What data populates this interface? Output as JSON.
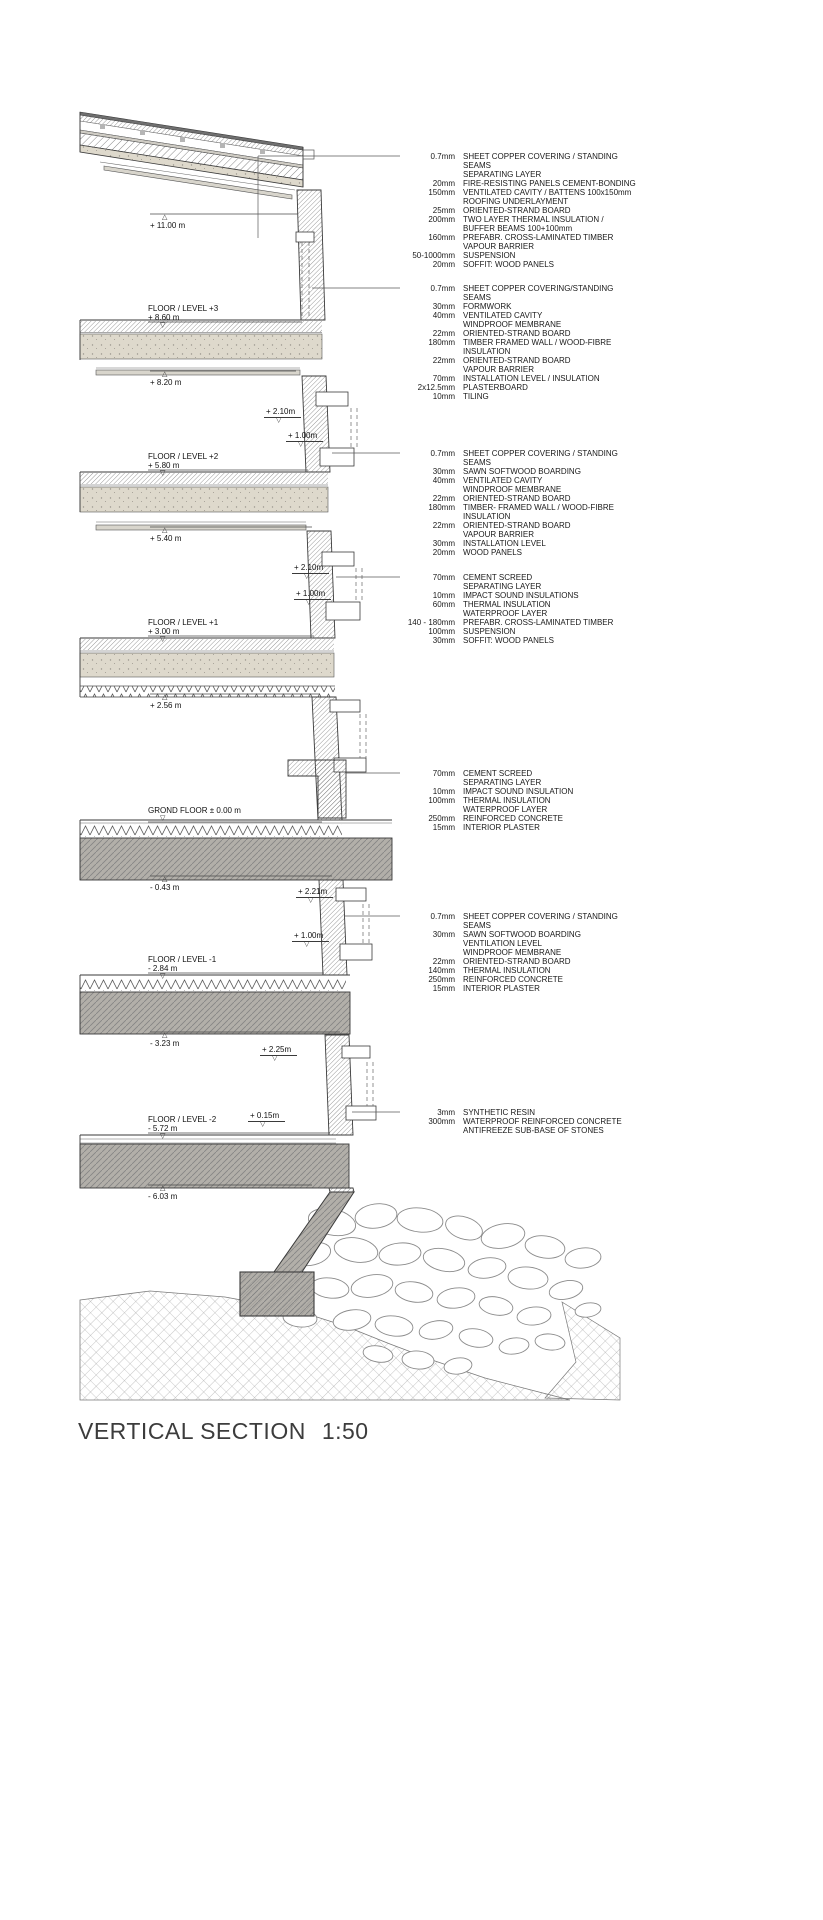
{
  "title": {
    "label": "VERTICAL SECTION",
    "scale": "1:50"
  },
  "levels": [
    {
      "name": "",
      "elev": "+ 11.00 m"
    },
    {
      "name": "FLOOR / LEVEL +3",
      "elev": "+ 8.60 m"
    },
    {
      "name": "",
      "elev": "+ 8.20 m"
    },
    {
      "name": "",
      "elev": "+ 2.10m"
    },
    {
      "name": "",
      "elev": "+ 1.00m"
    },
    {
      "name": "FLOOR / LEVEL +2",
      "elev": "+ 5.80 m"
    },
    {
      "name": "",
      "elev": "+ 5.40 m"
    },
    {
      "name": "",
      "elev": "+ 2.10m"
    },
    {
      "name": "",
      "elev": "+ 1.00m"
    },
    {
      "name": "FLOOR / LEVEL +1",
      "elev": "+ 3.00 m"
    },
    {
      "name": "",
      "elev": "+ 2.56 m"
    },
    {
      "name": "GROND FLOOR ± 0.00 m",
      "elev": ""
    },
    {
      "name": "",
      "elev": "- 0.43 m"
    },
    {
      "name": "",
      "elev": "+ 2.21m"
    },
    {
      "name": "",
      "elev": "+ 1.00m"
    },
    {
      "name": "FLOOR / LEVEL -1",
      "elev": "- 2.84 m"
    },
    {
      "name": "",
      "elev": "- 3.23 m"
    },
    {
      "name": "",
      "elev": "+ 2.25m"
    },
    {
      "name": "",
      "elev": "+ 0.15m"
    },
    {
      "name": "FLOOR / LEVEL -2",
      "elev": "- 5.72 m"
    },
    {
      "name": "",
      "elev": "- 6.03 m"
    }
  ],
  "legend_blocks": [
    {
      "id": "roof-buildup",
      "rows": [
        {
          "size": "0.7mm",
          "desc": "SHEET COPPER COVERING / STANDING SEAMS"
        },
        {
          "size": "",
          "desc": "SEPARATING LAYER"
        },
        {
          "size": "20mm",
          "desc": "FIRE-RESISTING PANELS CEMENT-BONDING"
        },
        {
          "size": "150mm",
          "desc": "VENTILATED CAVITY / BATTENS 100x150mm"
        },
        {
          "size": "",
          "desc": "ROOFING UNDERLAYMENT"
        },
        {
          "size": "25mm",
          "desc": "ORIENTED-STRAND BOARD"
        },
        {
          "size": "200mm",
          "desc": "TWO LAYER THERMAL INSULATION / BUFFER BEAMS 100+100mm"
        },
        {
          "size": "160mm",
          "desc": "PREFABR. CROSS-LAMINATED TIMBER"
        },
        {
          "size": "",
          "desc": "VAPOUR BARRIER"
        },
        {
          "size": "50-1000mm",
          "desc": "SUSPENSION"
        },
        {
          "size": "20mm",
          "desc": "SOFFIT: WOOD PANELS"
        }
      ]
    },
    {
      "id": "wall-upper",
      "rows": [
        {
          "size": "0.7mm",
          "desc": "SHEET COPPER COVERING/STANDING SEAMS"
        },
        {
          "size": "30mm",
          "desc": "FORMWORK"
        },
        {
          "size": "40mm",
          "desc": "VENTILATED CAVITY"
        },
        {
          "size": "",
          "desc": "WINDPROOF MEMBRANE"
        },
        {
          "size": "22mm",
          "desc": "ORIENTED-STRAND BOARD"
        },
        {
          "size": "180mm",
          "desc": "TIMBER FRAMED WALL / WOOD-FIBRE INSULATION"
        },
        {
          "size": "22mm",
          "desc": "ORIENTED-STRAND BOARD"
        },
        {
          "size": "",
          "desc": "VAPOUR BARRIER"
        },
        {
          "size": "70mm",
          "desc": "INSTALLATION LEVEL /  INSULATION"
        },
        {
          "size": "2x12.5mm",
          "desc": "PLASTERBOARD"
        },
        {
          "size": "10mm",
          "desc": "TILING"
        }
      ]
    },
    {
      "id": "wall-middle",
      "rows": [
        {
          "size": "0.7mm",
          "desc": "SHEET COPPER COVERING / STANDING SEAMS"
        },
        {
          "size": "30mm",
          "desc": "SAWN SOFTWOOD BOARDING"
        },
        {
          "size": "40mm",
          "desc": "VENTILATED CAVITY"
        },
        {
          "size": "",
          "desc": "WINDPROOF MEMBRANE"
        },
        {
          "size": "22mm",
          "desc": "ORIENTED-STRAND BOARD"
        },
        {
          "size": "180mm",
          "desc": "TIMBER- FRAMED WALL / WOOD-FIBRE INSULATION"
        },
        {
          "size": "22mm",
          "desc": "ORIENTED-STRAND BOARD"
        },
        {
          "size": "",
          "desc": "VAPOUR BARRIER"
        },
        {
          "size": "30mm",
          "desc": "INSTALLATION LEVEL"
        },
        {
          "size": "20mm",
          "desc": "WOOD PANELS"
        }
      ]
    },
    {
      "id": "floor-timber",
      "rows": [
        {
          "size": "70mm",
          "desc": "CEMENT SCREED"
        },
        {
          "size": "",
          "desc": "SEPARATING LAYER"
        },
        {
          "size": "10mm",
          "desc": "IMPACT SOUND INSULATIONS"
        },
        {
          "size": "60mm",
          "desc": "THERMAL INSULATION"
        },
        {
          "size": "",
          "desc": "WATERPROOF LAYER"
        },
        {
          "size": "140 - 180mm",
          "desc": "PREFABR. CROSS-LAMINATED TIMBER"
        },
        {
          "size": "100mm",
          "desc": "SUSPENSION"
        },
        {
          "size": "30mm",
          "desc": "SOFFIT: WOOD PANELS"
        }
      ]
    },
    {
      "id": "floor-concrete",
      "rows": [
        {
          "size": "70mm",
          "desc": "CEMENT SCREED"
        },
        {
          "size": "",
          "desc": "SEPARATING LAYER"
        },
        {
          "size": "10mm",
          "desc": "IMPACT SOUND INSULATION"
        },
        {
          "size": "100mm",
          "desc": "THERMAL INSULATION"
        },
        {
          "size": "",
          "desc": "WATERPROOF LAYER"
        },
        {
          "size": "250mm",
          "desc": "REINFORCED CONCRETE"
        },
        {
          "size": "15mm",
          "desc": "INTERIOR PLASTER"
        }
      ]
    },
    {
      "id": "wall-basement",
      "rows": [
        {
          "size": "0.7mm",
          "desc": "SHEET COPPER COVERING / STANDING SEAMS"
        },
        {
          "size": "30mm",
          "desc": "SAWN SOFTWOOD BOARDING"
        },
        {
          "size": "",
          "desc": "VENTILATION LEVEL"
        },
        {
          "size": "",
          "desc": "WINDPROOF MEMBRANE"
        },
        {
          "size": "22mm",
          "desc": "ORIENTED-STRAND BOARD"
        },
        {
          "size": "140mm",
          "desc": "THERMAL INSULATION"
        },
        {
          "size": "250mm",
          "desc": "REINFORCED CONCRETE"
        },
        {
          "size": "15mm",
          "desc": "INTERIOR PLASTER"
        }
      ]
    },
    {
      "id": "foundation",
      "rows": [
        {
          "size": "3mm",
          "desc": "SYNTHETIC RESIN"
        },
        {
          "size": "300mm",
          "desc": "WATERPROOF REINFORCED CONCRETE"
        },
        {
          "size": "",
          "desc": "ANTIFREEZE SUB-BASE OF STONES"
        }
      ]
    }
  ]
}
